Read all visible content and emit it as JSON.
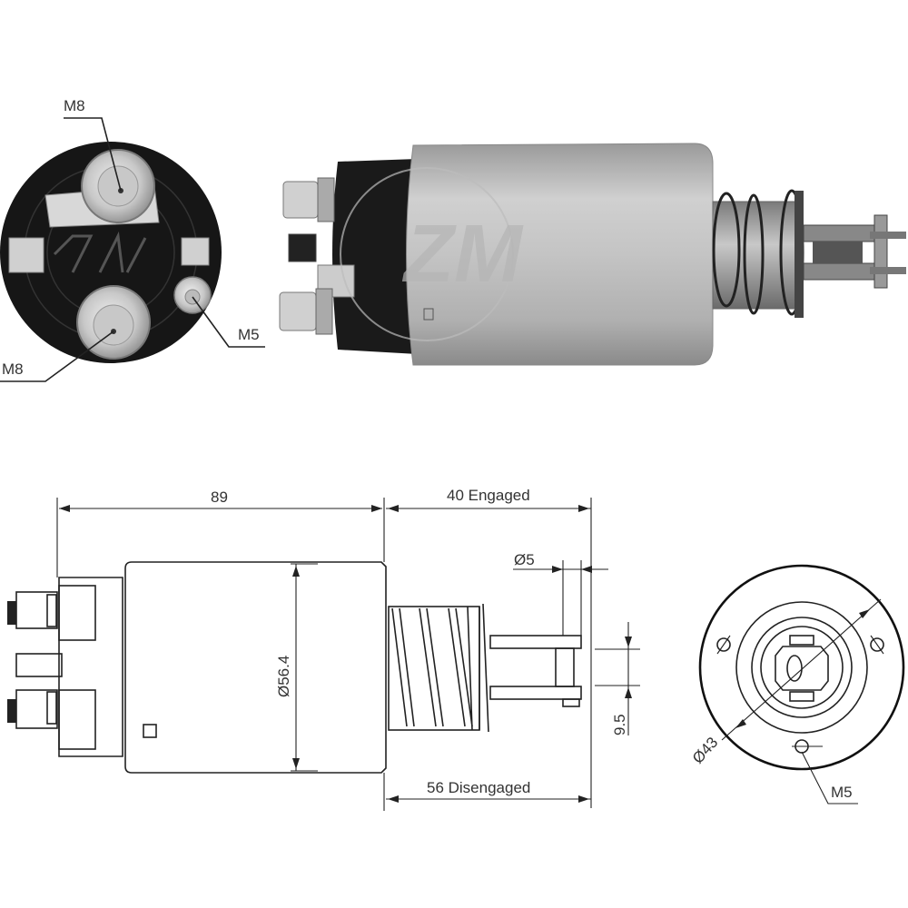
{
  "figure": {
    "subject": "Starter motor solenoid",
    "photo_end_view": {
      "callouts": [
        {
          "label": "M8",
          "position": "top terminal"
        },
        {
          "label": "M8",
          "position": "bottom terminal"
        },
        {
          "label": "M5",
          "position": "small terminal"
        }
      ]
    },
    "photo_side_view": {
      "watermark": "ZM logo"
    },
    "drawing_side_view": {
      "dimensions": {
        "body_length": "89",
        "stroke_engaged": "40 Engaged",
        "stroke_disengaged": "56 Disengaged",
        "body_diameter": "Ø56.4",
        "pin_hole": "Ø5",
        "fork_gap": "9.5"
      }
    },
    "drawing_end_view": {
      "dimensions": {
        "bolt_circle": "Ø43",
        "mount_thread": "M5"
      }
    }
  },
  "colors": {
    "line": "#222222",
    "housing_light": "#c8c8c8",
    "housing_dark": "#8a8a8a",
    "cap_black": "#1a1a1a",
    "background": "#ffffff"
  }
}
